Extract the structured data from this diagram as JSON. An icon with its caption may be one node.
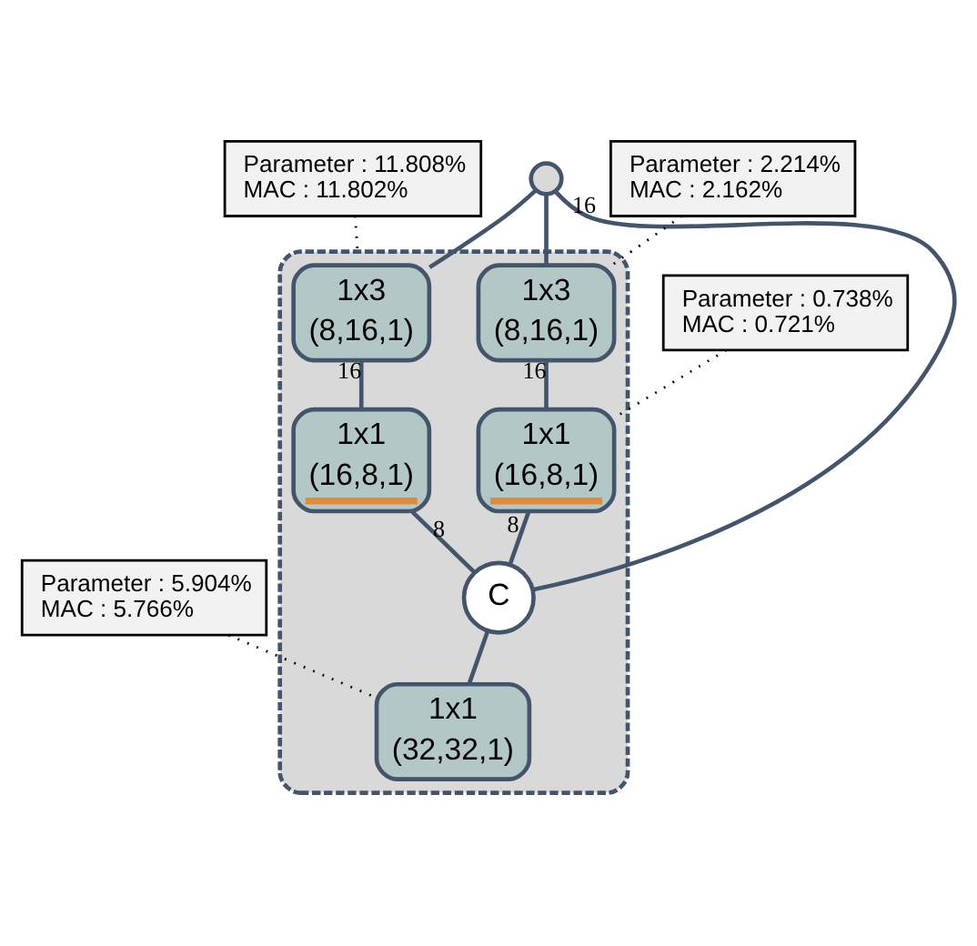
{
  "diagram": {
    "nodes": [
      {
        "text": [],
        "shape": "box"
      },
      {
        "text": [],
        "shape": "circle"
      },
      {
        "text": [
          "1x3",
          "(8,16,1)"
        ],
        "in": 0
      },
      {
        "text": [
          "1x3",
          "(8,16,1)"
        ],
        "in": 0
      },
      {
        "text": [
          "1x1",
          "(16,8,1)"
        ],
        "in": 0
      },
      {
        "text": [
          "1x1",
          "(16,8,1)"
        ],
        "in": 0
      },
      {
        "text": [
          "C"
        ],
        "in": 0
      },
      {
        "text": [
          "1x1",
          "(32,32,1)"
        ],
        "in": 0
      },
      {
        "text": [
          "Parameter : 2.214%",
          "MAC : 2.162%"
        ]
      },
      {
        "text": [
          "Parameter : 0.738%",
          "MAC : 0.721%"
        ]
      },
      {
        "text": [
          "Parameter : 5.904%",
          "MAC : 5.766%"
        ]
      },
      {
        "text": [
          "Parameter : 11.808%",
          "MAC : 11.802%"
        ]
      }
    ],
    "edges": [
      {
        "from": 1,
        "to": 2,
        "arrow": "none"
      },
      {
        "from": 1,
        "to": 3,
        "arrow": "none"
      },
      {
        "from": 1,
        "to": 6,
        "arrow": "none",
        "label": "16"
      },
      {
        "from": 2,
        "to": 4,
        "arrow": "none",
        "label": "16"
      },
      {
        "from": 3,
        "to": 5,
        "arrow": "none",
        "label": "16"
      },
      {
        "from": 4,
        "to": 6,
        "arrow": "none",
        "label": "8"
      },
      {
        "from": 5,
        "to": 6,
        "arrow": "none",
        "label": "8"
      },
      {
        "from": 6,
        "to": 7,
        "arrow": "none"
      },
      {
        "from": 8,
        "to": 3,
        "arrow": "none",
        "style": "dashed",
        "color": "#000000"
      },
      {
        "from": 9,
        "to": 5,
        "arrow": "none",
        "style": "dashed",
        "color": "#000000"
      },
      {
        "from": 10,
        "to": 7,
        "arrow": "none",
        "style": "dashed",
        "color": "#000000"
      },
      {
        "from": 11,
        "to": 0,
        "arrow": "none",
        "style": "dashed",
        "color": "#000000"
      }
    ]
  }
}
